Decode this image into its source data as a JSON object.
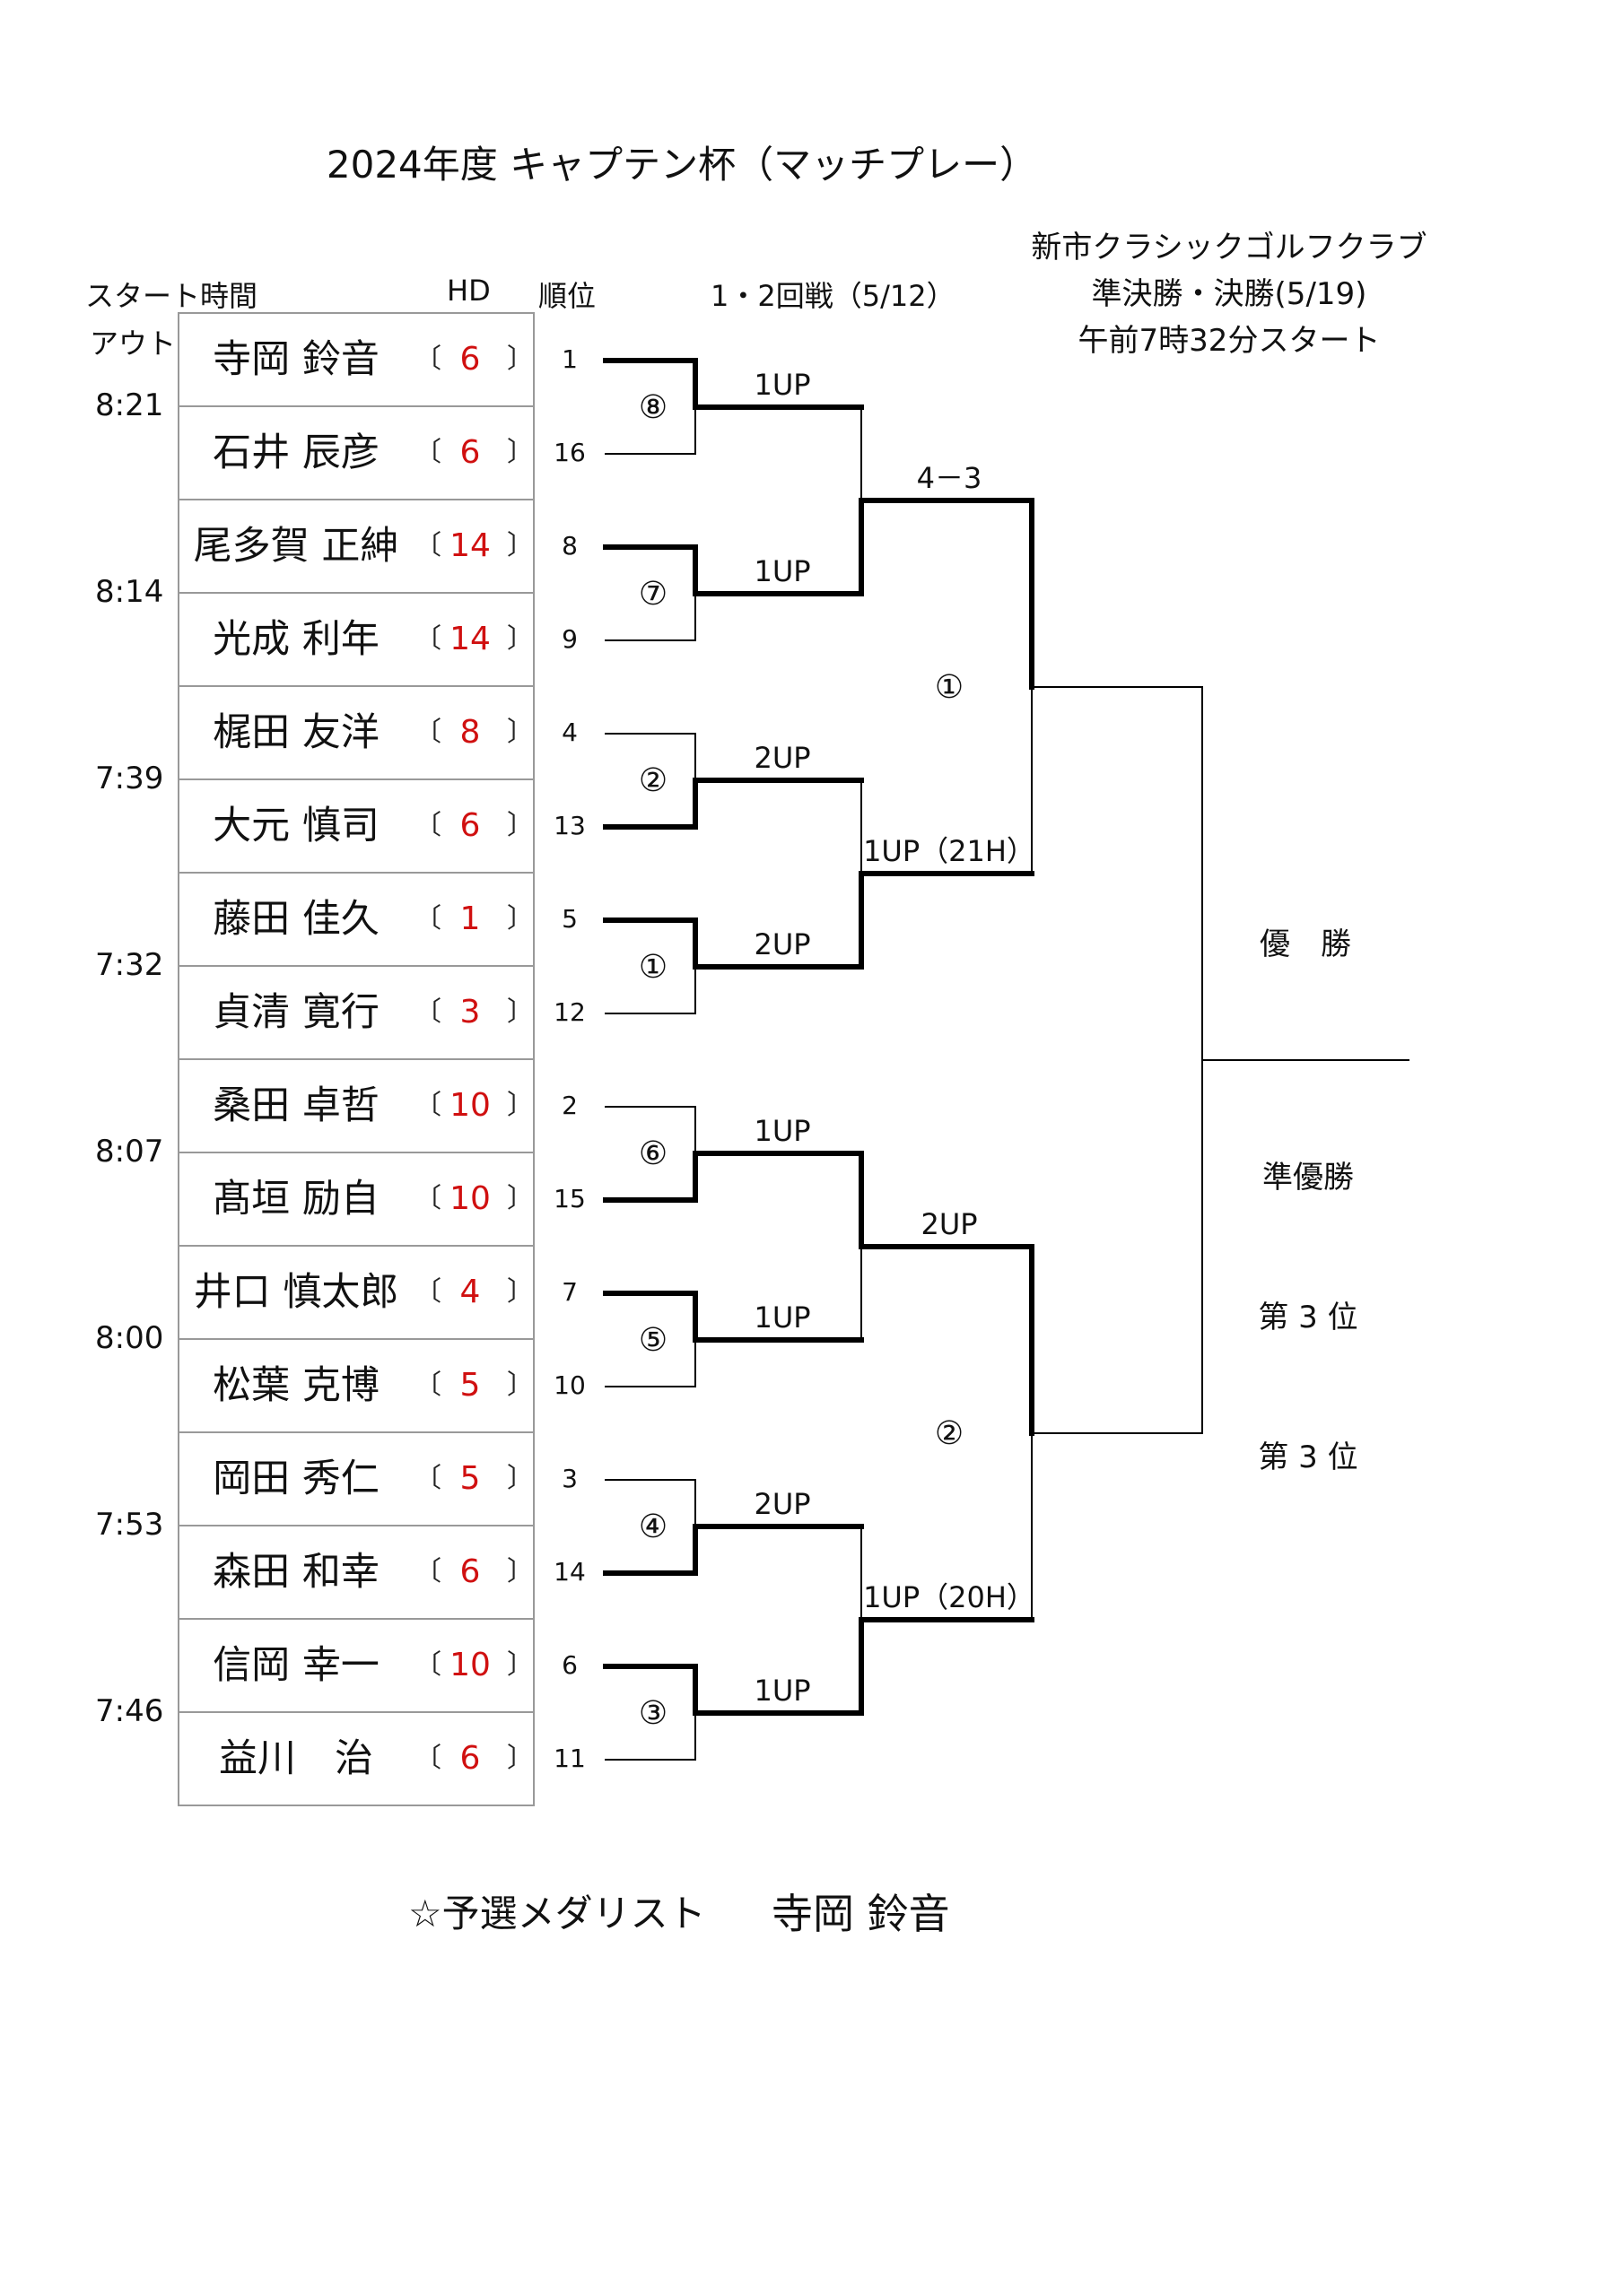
{
  "title": "2024年度 キャプテン杯（マッチプレー）",
  "club": {
    "name": "新市クラシックゴルフクラブ",
    "final_dates": "準決勝・決勝(5/19)",
    "start": "午前7時32分スタート"
  },
  "headers": {
    "start_time": "スタート時間",
    "hd": "HD",
    "rank": "順位",
    "round12": "1・2回戦（5/12）",
    "out": "アウト"
  },
  "players": [
    {
      "name": "寺岡 鈴音",
      "hd": "6",
      "seed": "1"
    },
    {
      "name": "石井 辰彦",
      "hd": "6",
      "seed": "16"
    },
    {
      "name": "尾多賀 正紳",
      "hd": "14",
      "seed": "8"
    },
    {
      "name": "光成 利年",
      "hd": "14",
      "seed": "9"
    },
    {
      "name": "梶田 友洋",
      "hd": "8",
      "seed": "4"
    },
    {
      "name": "大元 慎司",
      "hd": "6",
      "seed": "13"
    },
    {
      "name": "藤田 佳久",
      "hd": "1",
      "seed": "5"
    },
    {
      "name": "貞清 寛行",
      "hd": "3",
      "seed": "12"
    },
    {
      "name": "桑田 卓哲",
      "hd": "10",
      "seed": "2"
    },
    {
      "name": "髙垣 励自",
      "hd": "10",
      "seed": "15"
    },
    {
      "name": "井口 慎太郎",
      "hd": "4",
      "seed": "7"
    },
    {
      "name": "松葉 克博",
      "hd": "5",
      "seed": "10"
    },
    {
      "name": "岡田 秀仁",
      "hd": "5",
      "seed": "3"
    },
    {
      "name": "森田 和幸",
      "hd": "6",
      "seed": "14"
    },
    {
      "name": "信岡 幸一",
      "hd": "10",
      "seed": "6"
    },
    {
      "name": "益川　治",
      "hd": "6",
      "seed": "11"
    }
  ],
  "bracket_glyphs": {
    "open": "〔",
    "close": "〕"
  },
  "start_times": [
    "8:21",
    "8:14",
    "7:39",
    "7:32",
    "8:07",
    "8:00",
    "7:53",
    "7:46"
  ],
  "round1": [
    {
      "num": "⑧",
      "result": "1UP"
    },
    {
      "num": "⑦",
      "result": "1UP"
    },
    {
      "num": "②",
      "result": "2UP"
    },
    {
      "num": "①",
      "result": "2UP"
    },
    {
      "num": "⑥",
      "result": "1UP"
    },
    {
      "num": "⑤",
      "result": "1UP"
    },
    {
      "num": "④",
      "result": "2UP"
    },
    {
      "num": "③",
      "result": "1UP"
    }
  ],
  "round2": [
    {
      "result": "4－3"
    },
    {
      "result": "1UP（21H）"
    },
    {
      "result": "2UP"
    },
    {
      "result": "1UP（20H）"
    }
  ],
  "semis": [
    {
      "num": "①"
    },
    {
      "num": "②"
    }
  ],
  "places": {
    "champion": "優　勝",
    "runner_up": "準優勝",
    "third_a": "第 3 位",
    "third_b": "第 3 位"
  },
  "medalist": {
    "label": "☆予選メダリスト",
    "name": "寺岡 鈴音"
  }
}
